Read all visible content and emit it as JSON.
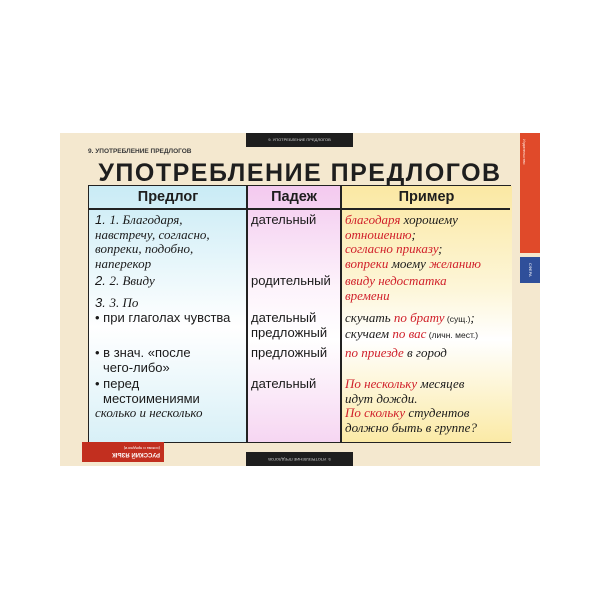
{
  "poster": {
    "corner_label": "9. УПОТРЕБЛЕНИЕ ПРЕДЛОГОВ",
    "top_bar": "9. УПОТРЕБЛЕНИЕ ПРЕДЛОГОВ",
    "bottom_bar": "9. УПОТРЕБЛЕНИЕ ПРЕДЛОГОВ",
    "title": "УПОТРЕБЛЕНИЕ  ПРЕДЛОГОВ",
    "footer_line1": "РУССКИЙ ЯЗЫК",
    "footer_line2": "(союзы и предлоги)",
    "side_text": "Издательство",
    "side_mark": "СФЕРА"
  },
  "table": {
    "headers": [
      "Предлог",
      "Падеж",
      "Пример"
    ],
    "rows": [
      {
        "prep_lines": [
          "1. Благодаря,",
          "навстречу, согласно,",
          "вопреки, подобно,",
          "наперекор"
        ],
        "case": "дательный",
        "example": [
          [
            {
              "t": "благодаря",
              "c": "red"
            },
            {
              "t": " хорошему",
              "c": ""
            }
          ],
          [
            {
              "t": "отношению",
              "c": "red"
            },
            {
              "t": ";",
              "c": ""
            }
          ],
          [
            {
              "t": "согласно приказу",
              "c": "red"
            },
            {
              "t": ";",
              "c": ""
            }
          ],
          [
            {
              "t": "вопреки",
              "c": "red"
            },
            {
              "t": " моему ",
              "c": ""
            },
            {
              "t": "желанию",
              "c": "red"
            }
          ]
        ]
      },
      {
        "prep_lines": [
          "2. Ввиду"
        ],
        "case": "родительный",
        "example": [
          [
            {
              "t": "ввиду недостатка",
              "c": "red"
            }
          ],
          [
            {
              "t": "времени",
              "c": "red"
            }
          ]
        ]
      },
      {
        "prep_lines": [
          "3. По"
        ],
        "case": "",
        "example": []
      },
      {
        "bullet_lines": [
          "при глаголах чувства"
        ],
        "case_lines": [
          "дательный",
          "предложный"
        ],
        "example": [
          [
            {
              "t": "скучать ",
              "c": ""
            },
            {
              "t": "по брату",
              "c": "red"
            },
            {
              "t": " (сущ.)",
              "c": "small"
            },
            {
              "t": ";",
              "c": ""
            }
          ],
          [
            {
              "t": "скучаем ",
              "c": ""
            },
            {
              "t": "по вас",
              "c": "red"
            },
            {
              "t": " (личн. мест.)",
              "c": "small"
            }
          ]
        ]
      },
      {
        "bullet_lines": [
          "в знач. «после",
          "чего-либо»"
        ],
        "case_lines": [
          "предложный"
        ],
        "example": [
          [
            {
              "t": "по приезде",
              "c": "red"
            },
            {
              "t": " в город",
              "c": ""
            }
          ]
        ]
      },
      {
        "bullet_lines": [
          "перед",
          "местоимениями"
        ],
        "bullet_it_line": "сколько и несколько",
        "case_lines": [
          "дательный"
        ],
        "example": [
          [
            {
              "t": "По нескольку",
              "c": "red"
            },
            {
              "t": " месяцев",
              "c": ""
            }
          ],
          [
            {
              "t": "идут дожди",
              "c": ""
            },
            {
              "t": ".",
              "c": ""
            }
          ],
          [
            {
              "t": "По скольку",
              "c": "red"
            },
            {
              "t": " студентов",
              "c": ""
            }
          ],
          [
            {
              "t": "должно быть в группе?",
              "c": ""
            }
          ]
        ]
      }
    ]
  }
}
